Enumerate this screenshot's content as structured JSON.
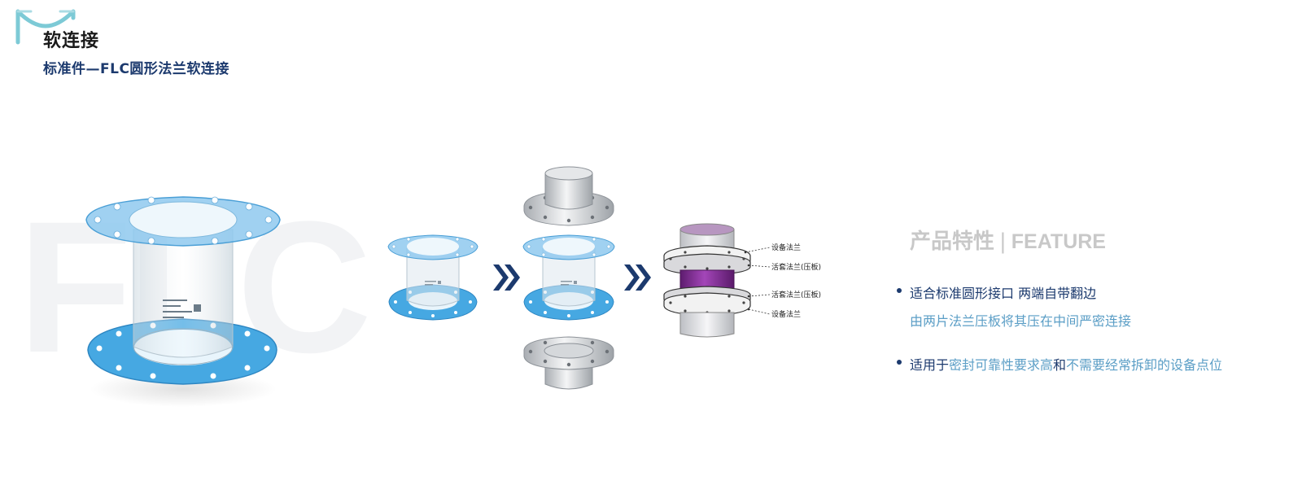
{
  "header": {
    "title": "软连接",
    "subtitle": "标准件—FLC圆形法兰软连接"
  },
  "watermark": "FLC",
  "colors": {
    "brand_navy": "#1c3a6e",
    "accent_blue": "#5b9ec6",
    "flange_blue": "#3aa0dc",
    "heading_gray": "#c8c8c8",
    "purple_connector": "#7a2a8c"
  },
  "diagram": {
    "callouts": [
      "设备法兰",
      "活套法兰(压板)",
      "活套法兰(压板)",
      "设备法兰"
    ]
  },
  "features": {
    "heading_cn": "产品特性",
    "heading_sep": "|",
    "heading_en": "FEATURE",
    "item1_line1": "适合标准圆形接口 两端自带翻边",
    "item1_line2": "由两片法兰压板将其压在中间严密连接",
    "item2_a": "适用于",
    "item2_b": "密封可靠性要求高",
    "item2_c": "和",
    "item2_d": "不需要经常拆卸的设备点位"
  }
}
